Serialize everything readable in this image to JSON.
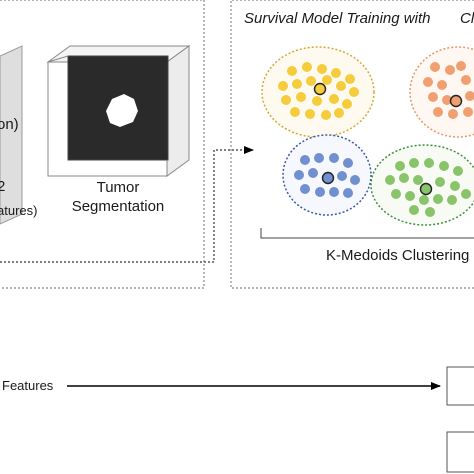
{
  "left_panel": {
    "partial_text_1": "on)",
    "partial_text_2": "2",
    "partial_text_3": "atures)",
    "tumor_label_line1": "Tumor",
    "tumor_label_line2": "Segmentation"
  },
  "right_panel": {
    "title": "Survival Model Training with",
    "title_cut": "Cl",
    "clustering_label": "K-Medoids Clustering"
  },
  "bottom": {
    "features_label": "Features"
  },
  "colors": {
    "yellow": "#f5cc3c",
    "orange": "#f0a070",
    "blue": "#7090d0",
    "green": "#8ac46a",
    "panel_border": "#8a8a8a"
  }
}
